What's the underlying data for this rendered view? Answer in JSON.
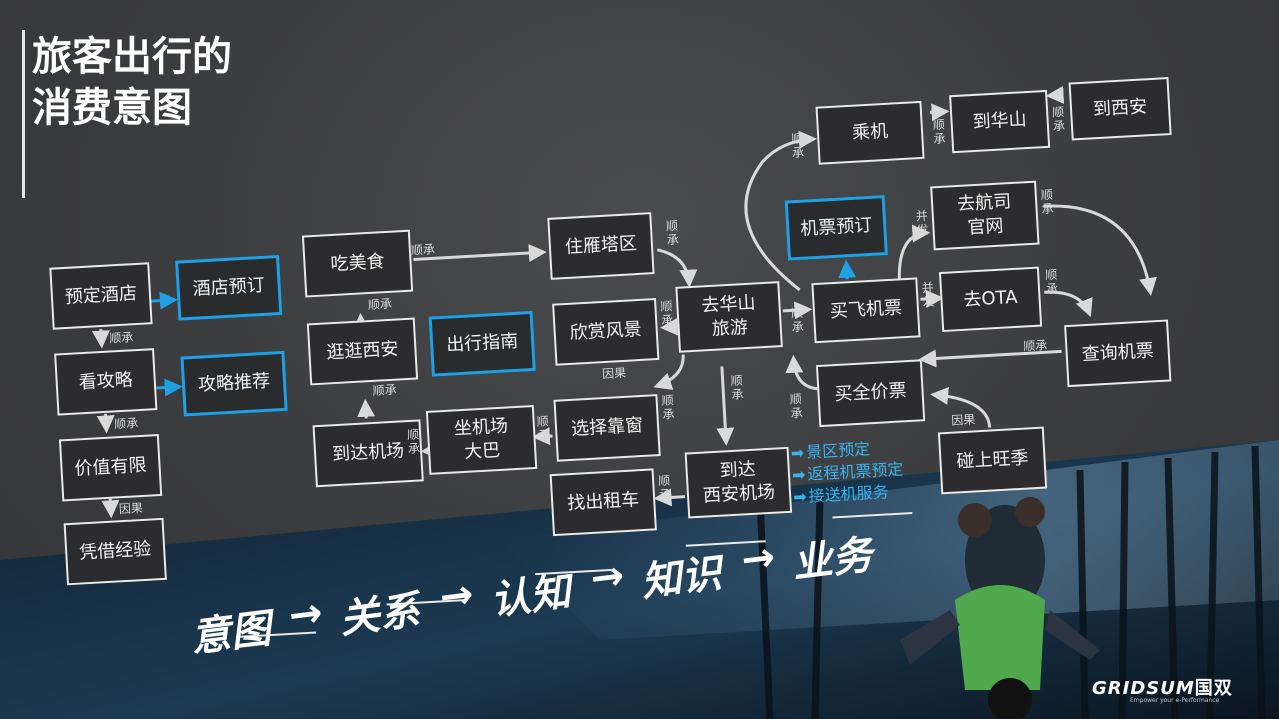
{
  "title": "旅客出行的\n消费意图",
  "colors": {
    "accent": "#1ea0e6",
    "node_border": "#e9e9e9",
    "node_fill": "#2c2c2e",
    "background": "#3f4042"
  },
  "nodes": {
    "yuding_jiudian": "预定酒店",
    "jiudian_yuding": "酒店预订",
    "kan_gonglue": "看攻略",
    "gonglue_tuijian": "攻略推荐",
    "jiazhi_youxian": "价值有限",
    "pingjie_jingyan": "凭借经验",
    "chi_meishi": "吃美食",
    "guangguang_xian": "逛逛西安",
    "chuxing_zhinan": "出行指南",
    "daoda_jichang": "到达机场",
    "zuo_jichang_daba": "坐机场\n大巴",
    "zhu_yantaqu": "住雁塔区",
    "xinshang_fengjing": "欣赏风景",
    "xuanze_kaochuang": "选择靠窗",
    "zhaochu_zuche": "找出租车",
    "qu_huashan_lvyou": "去华山\n旅游",
    "daoda_xian_jichang": "到达\n西安机场",
    "jipiao_yuding": "机票预订",
    "chengji": "乘机",
    "dao_huashan": "到华山",
    "dao_xian": "到西安",
    "qu_hangsi_guanwang": "去航司\n官网",
    "mai_feijipiao": "买飞机票",
    "qu_ota": "去OTA",
    "chaxun_jipiao": "查询机票",
    "mai_quanjiapiao": "买全价票",
    "pengshang_wangji": "碰上旺季"
  },
  "edge_labels": {
    "shuncheng": "顺承",
    "yinguo": "因果",
    "bingfa": "并发"
  },
  "services": [
    "景区预定",
    "返程机票预定",
    "接送机服务"
  ],
  "flow": {
    "words": [
      "意图",
      "关系",
      "认知",
      "知识",
      "业务"
    ],
    "arrow": "→"
  },
  "logo": {
    "brand": "GRIDSUM",
    "brand_cn": "国双",
    "tagline": "Empower your e-Performance"
  }
}
